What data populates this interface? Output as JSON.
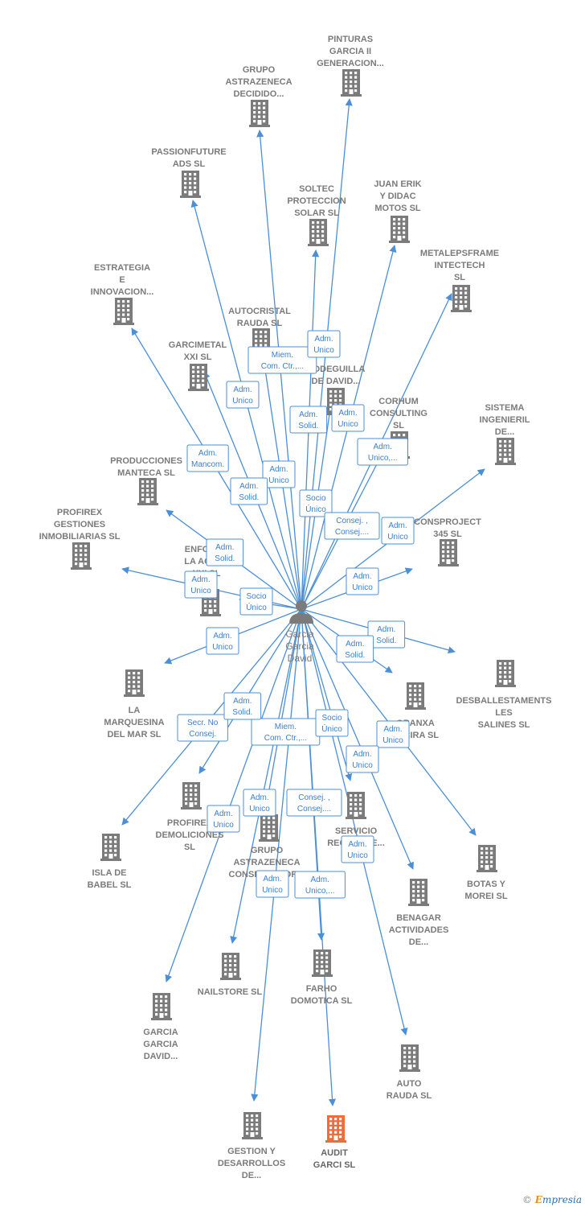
{
  "colors": {
    "edge": "#4a8fd8",
    "node": "#7b7b7b",
    "highlight": "#f26b38",
    "person": "#7b7b7b"
  },
  "center": {
    "name": "center-person",
    "icon": "person-icon",
    "lines": [
      "Garcia",
      "Garcia",
      "David"
    ]
  },
  "nodes": [
    {
      "id": "pinturas",
      "lines": [
        "PINTURAS",
        "GARCIA II",
        "GENERACION..."
      ]
    },
    {
      "id": "grupo-decidido",
      "lines": [
        "GRUPO",
        "ASTRAZENECA",
        "DECIDIDO..."
      ]
    },
    {
      "id": "passionfuture",
      "lines": [
        "PASSIONFUTURE",
        "ADS  SL"
      ]
    },
    {
      "id": "soltec",
      "lines": [
        "SOLTEC",
        "PROTECCION",
        "SOLAR SL"
      ]
    },
    {
      "id": "juan-erik",
      "lines": [
        "JUAN ERIK",
        "Y DIDAC",
        "MOTOS  SL"
      ]
    },
    {
      "id": "metalepsframe",
      "lines": [
        "METALEPSFRAME",
        "INTECTECH",
        "SL"
      ]
    },
    {
      "id": "estrategia",
      "lines": [
        "ESTRATEGIA",
        "E",
        "INNOVACION..."
      ]
    },
    {
      "id": "autocristal",
      "lines": [
        "AUTOCRISTAL",
        "RAUDA  SL"
      ]
    },
    {
      "id": "garcimetal",
      "lines": [
        "GARCIMETAL",
        "XXI  SL"
      ]
    },
    {
      "id": "bodeguilla",
      "lines": [
        "BODEGUILLA",
        "DE DAVID..."
      ]
    },
    {
      "id": "corhum",
      "lines": [
        "CORHUM",
        "CONSULTING",
        "SL"
      ]
    },
    {
      "id": "sistema",
      "lines": [
        "SISTEMA",
        "INGENIERIL",
        "DE..."
      ]
    },
    {
      "id": "producciones",
      "lines": [
        "PRODUCCIONES",
        "MANTECA  SL"
      ]
    },
    {
      "id": "profirex-gest",
      "lines": [
        "PROFIREX",
        "GESTIONES",
        "INMOBILIARIAS SL"
      ]
    },
    {
      "id": "consproject",
      "lines": [
        "CONSPROJECT",
        "345  SL"
      ]
    },
    {
      "id": "enfoque",
      "lines": [
        "ENFOQUE",
        "LA AGUJA",
        "XXI  SL"
      ]
    },
    {
      "id": "desballestaments",
      "lines": [
        "DESBALLESTAMENTS",
        "LES",
        "SALINES  SL"
      ]
    },
    {
      "id": "marquesina",
      "lines": [
        "LA",
        "MARQUESINA",
        "DEL MAR  SL"
      ]
    },
    {
      "id": "granxa",
      "lines": [
        "GRANXA",
        "ALCIRA  SL"
      ]
    },
    {
      "id": "profirex-dem",
      "lines": [
        "PROFIREX",
        "DEMOLICIONES",
        "SL"
      ]
    },
    {
      "id": "grupo-conservador",
      "lines": [
        "GRUPO",
        "ASTRAZENECA",
        "CONSERVADOR..."
      ]
    },
    {
      "id": "servicio",
      "lines": [
        "SERVICIO",
        "RECICLAJE..."
      ]
    },
    {
      "id": "isla",
      "lines": [
        "ISLA DE",
        "BABEL SL"
      ]
    },
    {
      "id": "botas",
      "lines": [
        "BOTAS Y",
        "MOREI  SL"
      ]
    },
    {
      "id": "benagar",
      "lines": [
        "BENAGAR",
        "ACTIVIDADES",
        "DE..."
      ]
    },
    {
      "id": "nailstore",
      "lines": [
        "NAILSTORE  SL"
      ]
    },
    {
      "id": "farho",
      "lines": [
        "FARHO",
        "DOMOTICA SL"
      ]
    },
    {
      "id": "garcia-david",
      "lines": [
        "GARCIA",
        "GARCIA",
        "DAVID..."
      ]
    },
    {
      "id": "auto-rauda",
      "lines": [
        "AUTO",
        "RAUDA  SL"
      ]
    },
    {
      "id": "gestion",
      "lines": [
        "GESTION Y",
        "DESARROLLOS",
        "DE..."
      ]
    },
    {
      "id": "audit",
      "lines": [
        "AUDIT",
        "GARCI  SL"
      ],
      "highlight": true
    }
  ],
  "edge_labels": [
    [
      "Miem.",
      "Com. Ctr.,..."
    ],
    [
      "Adm.",
      "Unico"
    ],
    [
      "Adm.",
      "Unico"
    ],
    [
      "Adm.",
      "Solid."
    ],
    [
      "Adm.",
      "Unico"
    ],
    [
      "Adm.",
      "Unico,..."
    ],
    [
      "Adm.",
      "Mancom."
    ],
    [
      "Adm.",
      "Unico"
    ],
    [
      "Adm.",
      "Solid."
    ],
    [
      "Socio",
      "Único"
    ],
    [
      "Consej. ,",
      "Consej...."
    ],
    [
      "Adm.",
      "Unico"
    ],
    [
      "Adm.",
      "Solid."
    ],
    [
      "Adm.",
      "Unico"
    ],
    [
      "Socio",
      "Único"
    ],
    [
      "Adm.",
      "Unico"
    ],
    [
      "Adm.",
      "Unico"
    ],
    [
      "Adm.",
      "Solid."
    ],
    [
      "Adm.",
      "Solid."
    ],
    [
      "Adm.",
      "Unico"
    ],
    [
      "Secr.  No",
      "Consej."
    ],
    [
      "Miem.",
      "Com. Ctr.,..."
    ],
    [
      "Socio",
      "Único"
    ],
    [
      "Adm.",
      "Solid."
    ],
    [
      "Adm.",
      "Unico"
    ],
    [
      "Consej. ,",
      "Consej...."
    ],
    [
      "Adm.",
      "Unico"
    ],
    [
      "Adm.",
      "Unico"
    ],
    [
      "Adm.",
      "Unico"
    ],
    [
      "Adm.",
      "Unico"
    ],
    [
      "Adm.",
      "Unico,..."
    ]
  ],
  "footer": {
    "copyright": "©",
    "brand_first": "E",
    "brand_rest": "mpresia"
  }
}
